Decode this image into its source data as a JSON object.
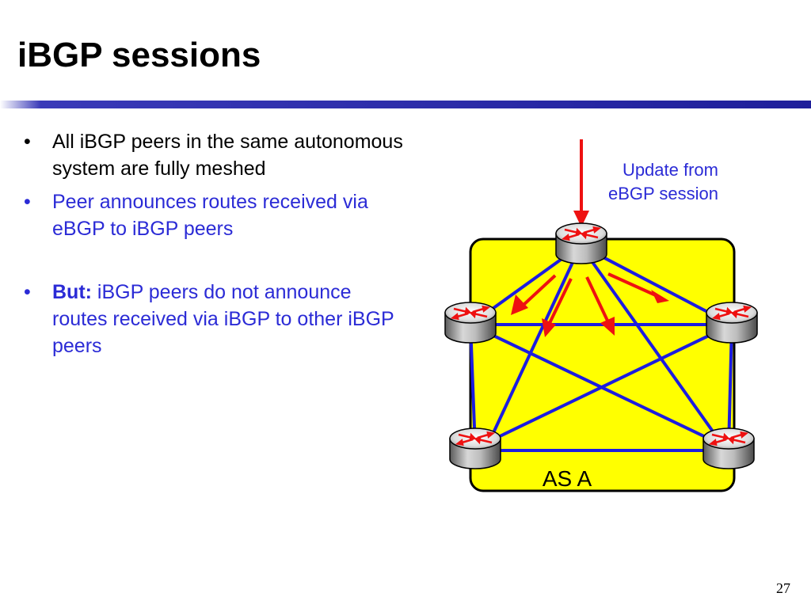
{
  "slide": {
    "title": "iBGP sessions",
    "number": "27"
  },
  "bullets": {
    "first": "All iBGP peers in the same autonomous system are fully meshed",
    "second": "Peer announces routes received via eBGP to iBGP peers",
    "third_bold": "But:",
    "third_rest": " iBGP peers do not announce routes received via iBGP to other iBGP peers"
  },
  "diagram": {
    "update_label_line1": "Update from",
    "update_label_line2": "eBGP session",
    "as_label": "AS A",
    "routers": [
      "router-top",
      "router-left",
      "router-right",
      "router-bottom-left",
      "router-bottom-right"
    ],
    "icons": [
      "router-icon"
    ]
  },
  "colors": {
    "as_fill": "#ffff00",
    "mesh_link": "#1c1ce0",
    "update_arrow": "#ee1111",
    "title_rule": "#1f1f9a",
    "blue_text": "#2b2bd6"
  }
}
